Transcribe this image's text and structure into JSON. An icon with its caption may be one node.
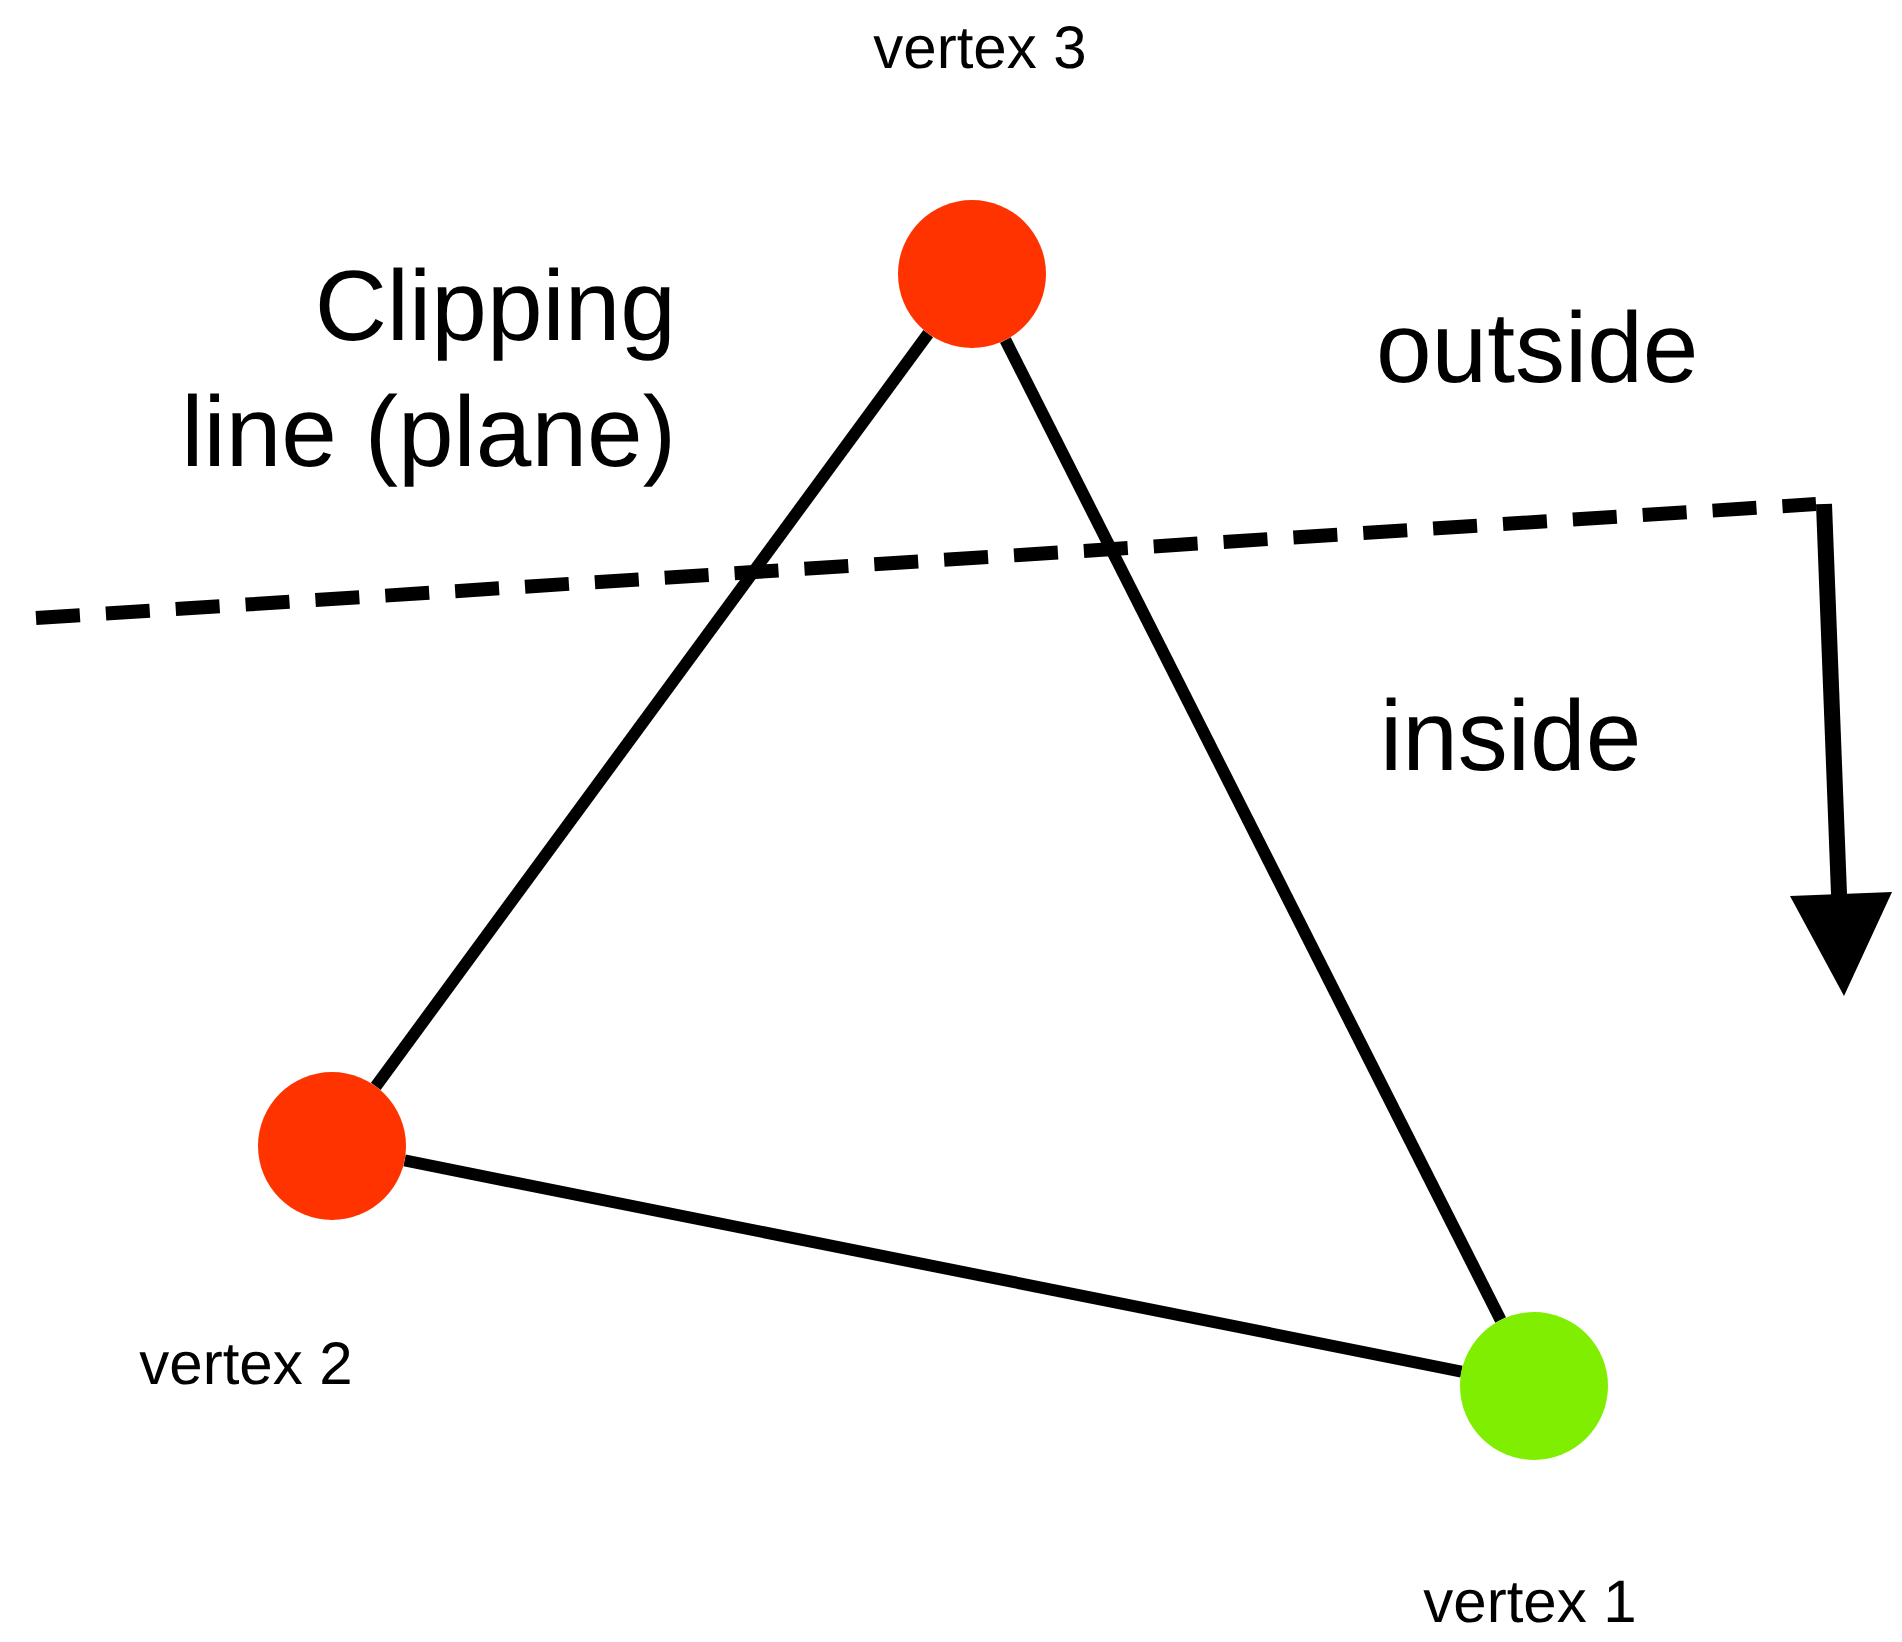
{
  "diagram": {
    "nodes": [
      {
        "text": [],
        "shape": "circle",
        "beside": [
          "vertex 3"
        ]
      },
      {
        "text": [],
        "shape": "circle",
        "beside": [
          "vertex 2"
        ]
      },
      {
        "text": [],
        "shape": "circle",
        "beside": [
          "vertex 1"
        ]
      }
    ],
    "edges": [
      {
        "from": 0,
        "to": 2,
        "arrow": "none"
      },
      {
        "from": 0,
        "to": 1,
        "arrow": "none"
      },
      {
        "from": 1,
        "to": 2,
        "arrow": "none"
      }
    ],
    "labels": [
      "Clipping line (plane)",
      "outside",
      "inside"
    ]
  }
}
